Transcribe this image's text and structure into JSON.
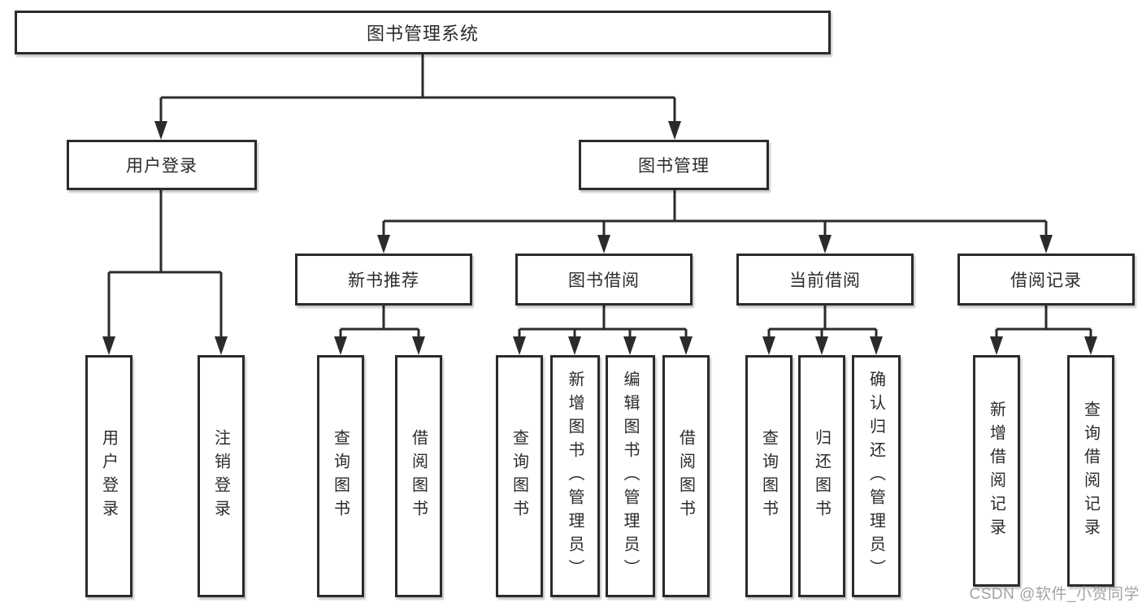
{
  "diagram": {
    "type": "tree",
    "colors": {
      "line": "#2b2b2b",
      "box_border": "#2b2b2b",
      "box_fill": "#ffffff",
      "text": "#2b2b2b",
      "watermark": "#a3a3a3"
    },
    "nodes": {
      "root": "图书管理系统",
      "user_login": "用户登录",
      "book_management": "图书管理",
      "new_book_recommend": "新书推荐",
      "book_borrow": "图书借阅",
      "current_borrow": "当前借阅",
      "borrow_records": "借阅记录",
      "leaf_user_login": "用户登录",
      "leaf_logout": "注销登录",
      "leaf_nbr_query_books": "查询图书",
      "leaf_nbr_borrow_books": "借阅图书",
      "leaf_bb_query_books": "查询图书",
      "leaf_bb_add_books": "新增图书（管理员）",
      "leaf_bb_edit_books": "编辑图书（管理员）",
      "leaf_bb_borrow_books": "借阅图书",
      "leaf_cb_query_books": "查询图书",
      "leaf_cb_return_books": "归还图书",
      "leaf_cb_confirm_return": "确认归还（管理员）",
      "leaf_br_add_record": "新增借阅记录",
      "leaf_br_query_record": "查询借阅记录"
    },
    "hierarchy": {
      "图书管理系统": [
        "用户登录",
        "图书管理"
      ],
      "用户登录": [
        "用户登录",
        "注销登录"
      ],
      "图书管理": [
        "新书推荐",
        "图书借阅",
        "当前借阅",
        "借阅记录"
      ],
      "新书推荐": [
        "查询图书",
        "借阅图书"
      ],
      "图书借阅": [
        "查询图书",
        "新增图书（管理员）",
        "编辑图书（管理员）",
        "借阅图书"
      ],
      "当前借阅": [
        "查询图书",
        "归还图书",
        "确认归还（管理员）"
      ],
      "借阅记录": [
        "新增借阅记录",
        "查询借阅记录"
      ]
    }
  },
  "watermark": {
    "text": "CSDN @软件_小贺同学"
  }
}
